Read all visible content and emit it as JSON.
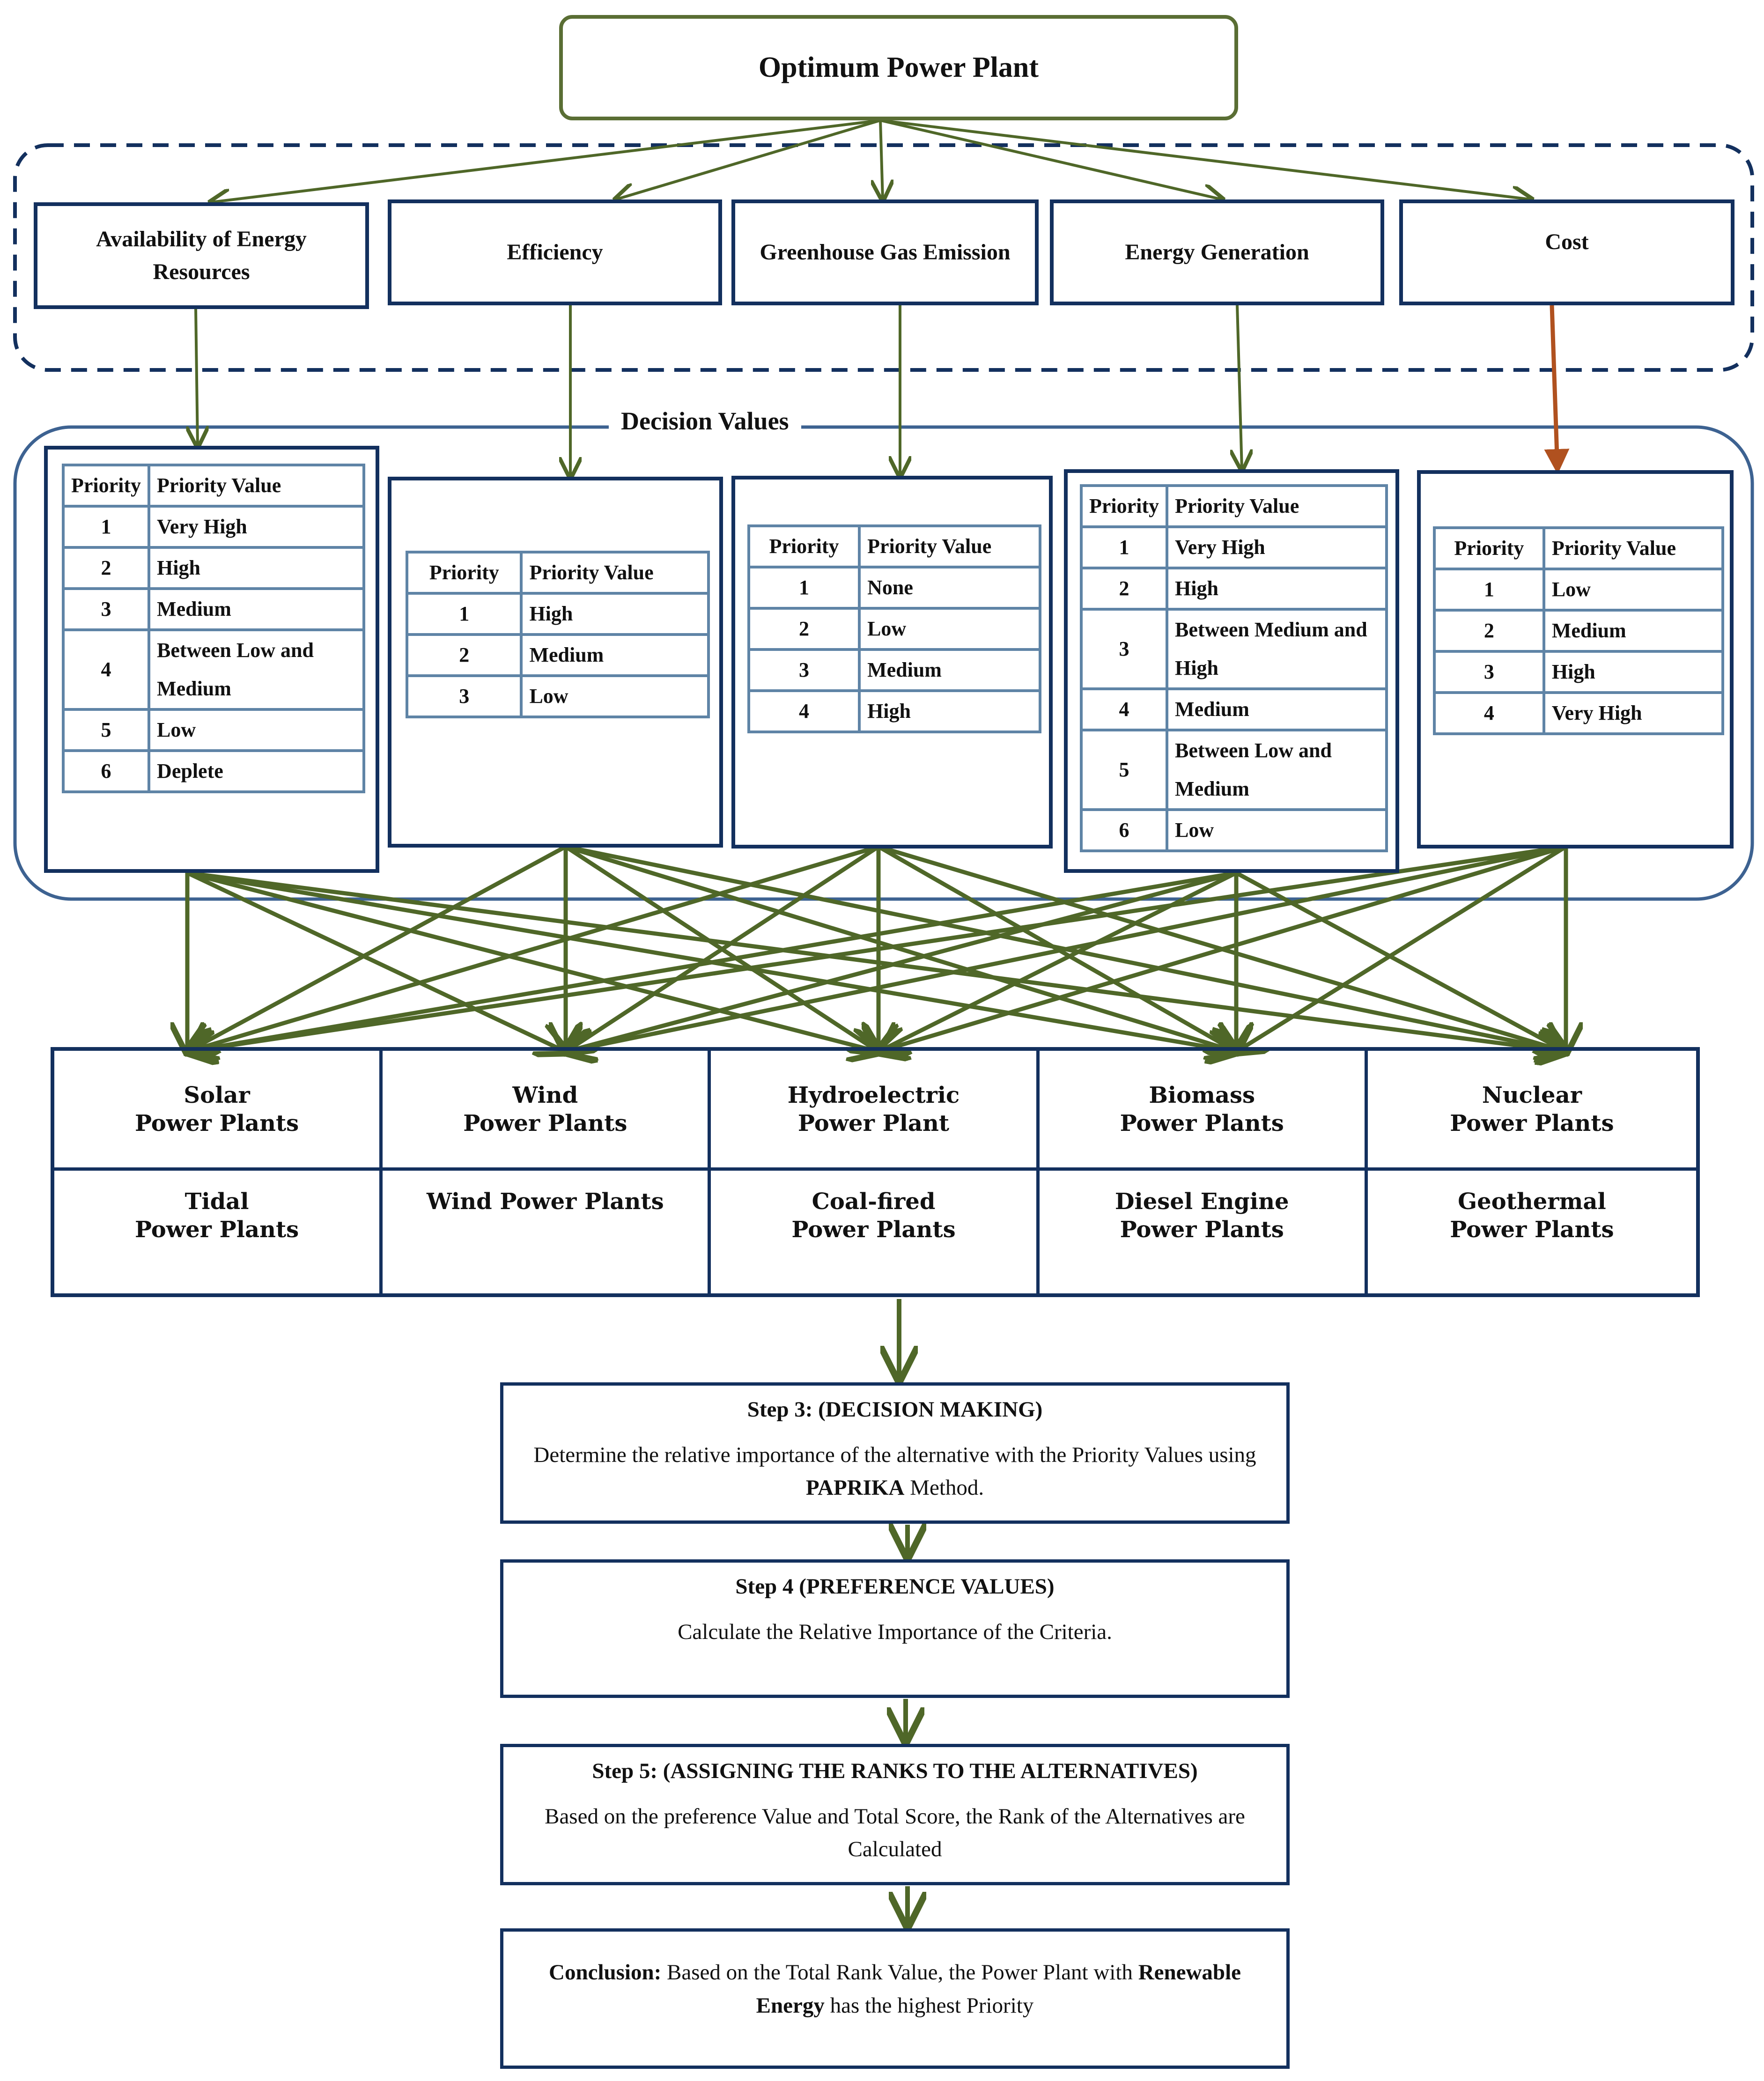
{
  "goal": "Optimum Power Plant",
  "criteria": [
    "Availability of Energy Resources",
    "Efficiency",
    "Greenhouse Gas Emission",
    "Energy Generation",
    "Cost"
  ],
  "decision_values_label": "Decision Values",
  "table_headers": {
    "priority": "Priority",
    "value": "Priority Value"
  },
  "tables": [
    {
      "rows": [
        [
          "1",
          "Very High"
        ],
        [
          "2",
          "High"
        ],
        [
          "3",
          "Medium"
        ],
        [
          "4",
          "Between Low and Medium"
        ],
        [
          "5",
          "Low"
        ],
        [
          "6",
          "Deplete"
        ]
      ]
    },
    {
      "rows": [
        [
          "1",
          "High"
        ],
        [
          "2",
          "Medium"
        ],
        [
          "3",
          "Low"
        ]
      ]
    },
    {
      "rows": [
        [
          "1",
          "None"
        ],
        [
          "2",
          "Low"
        ],
        [
          "3",
          "Medium"
        ],
        [
          "4",
          "High"
        ]
      ]
    },
    {
      "rows": [
        [
          "1",
          "Very High"
        ],
        [
          "2",
          "High"
        ],
        [
          "3",
          "Between Medium and High"
        ],
        [
          "4",
          "Medium"
        ],
        [
          "5",
          "Between Low and Medium"
        ],
        [
          "6",
          "Low"
        ]
      ]
    },
    {
      "rows": [
        [
          "1",
          "Low"
        ],
        [
          "2",
          "Medium"
        ],
        [
          "3",
          "High"
        ],
        [
          "4",
          "Very High"
        ]
      ]
    }
  ],
  "alternatives": [
    "Solar\nPower Plants",
    "Wind\nPower Plants",
    "Hydroelectric\nPower Plant",
    "Biomass\nPower Plants",
    "Nuclear\nPower Plants",
    "Tidal\nPower Plants",
    "Wind Power Plants",
    "Coal-fired\nPower Plants",
    "Diesel Engine\nPower Plants",
    "Geothermal\nPower Plants"
  ],
  "steps": [
    {
      "title": "Step 3: (DECISION MAKING)",
      "body_pre": "Determine the relative importance of the alternative with the Priority Values using ",
      "body_bold": "PAPRIKA",
      "body_post": " Method."
    },
    {
      "title": "Step 4 (PREFERENCE VALUES)",
      "body": "Calculate the Relative Importance of the Criteria."
    },
    {
      "title": "Step 5: (ASSIGNING THE RANKS TO THE ALTERNATIVES)",
      "body": "Based on the preference Value and Total Score, the Rank of the Alternatives are Calculated"
    }
  ],
  "conclusion": {
    "label": "Conclusion:",
    "text1": " Based on the Total Rank Value, the Power Plant with ",
    "bold": "Renewable Energy",
    "text2": " has the highest Priority"
  },
  "colors": {
    "arrow": "#4f6728",
    "box_border": "#13305e",
    "table_border": "#5f84a6",
    "cost_arrow": "#b0511f",
    "goal_border": "#5a6e34"
  }
}
